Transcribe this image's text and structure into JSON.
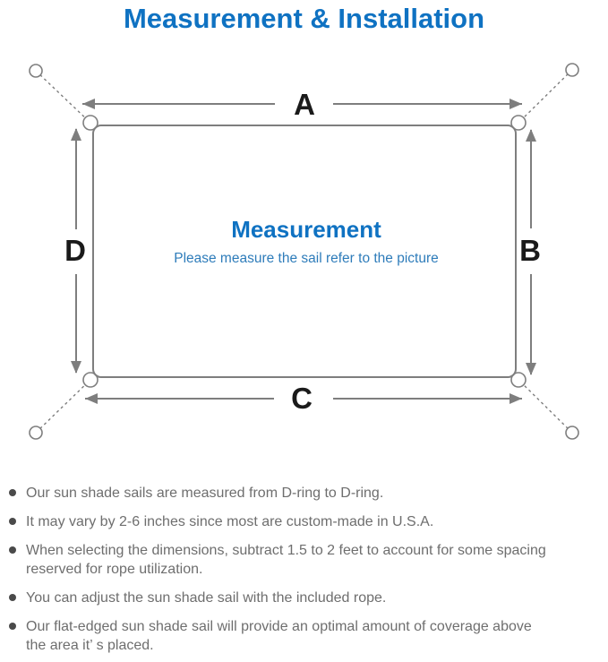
{
  "colors": {
    "accent_blue": "#0f72c2",
    "subtitle_blue": "#2e7cba",
    "line_gray": "#7e7e7e",
    "label_black": "#1a1a1a",
    "note_text": "#6e6e6e",
    "bullet_dot": "#4a4a4a"
  },
  "header": {
    "title": "Measurement & Installation"
  },
  "diagram": {
    "labels": {
      "top": "A",
      "right": "B",
      "bottom": "C",
      "left": "D"
    },
    "center_title": "Measurement",
    "center_subtitle": "Please measure the sail refer to the picture"
  },
  "notes": {
    "items": [
      "Our sun shade sails are measured from D-ring to D-ring.",
      "It may vary by 2-6 inches since most are custom-made in U.S.A.",
      "When selecting the dimensions, subtract 1.5 to 2 feet to account for some spacing\nreserved for rope utilization.",
      "You can adjust the sun shade sail with the included rope.",
      "Our flat-edged sun shade sail will provide an optimal amount of coverage above\nthe area it’ s placed."
    ]
  }
}
